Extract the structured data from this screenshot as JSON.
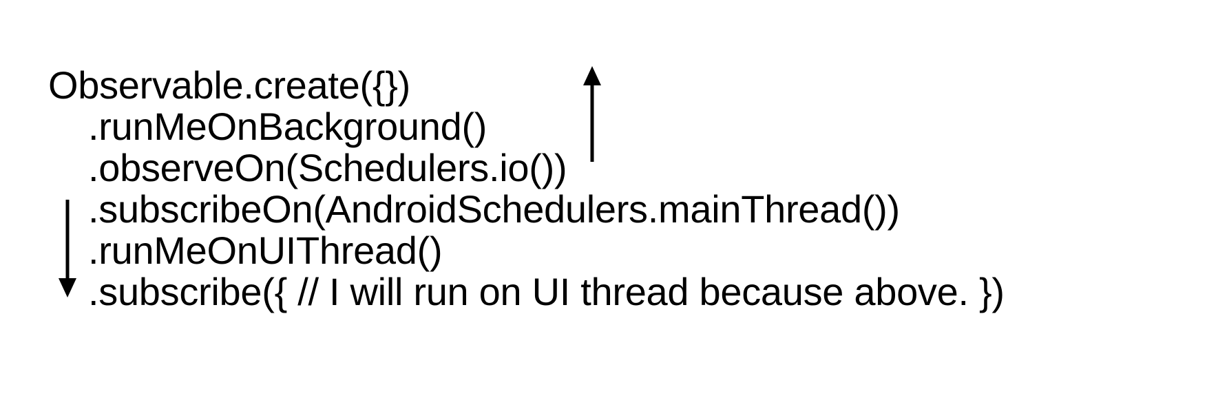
{
  "code": {
    "lines": [
      "Observable.create({})",
      ".runMeOnBackground()",
      ".observeOn(Schedulers.io())",
      ".subscribeOn(AndroidSchedulers.mainThread())",
      ".runMeOnUIThread()",
      ".subscribe({ // I will run on UI thread because above. })"
    ]
  },
  "arrows": {
    "upward_arrow": "arrow-up-icon",
    "downward_arrow": "arrow-down-icon",
    "color": "#000000"
  }
}
